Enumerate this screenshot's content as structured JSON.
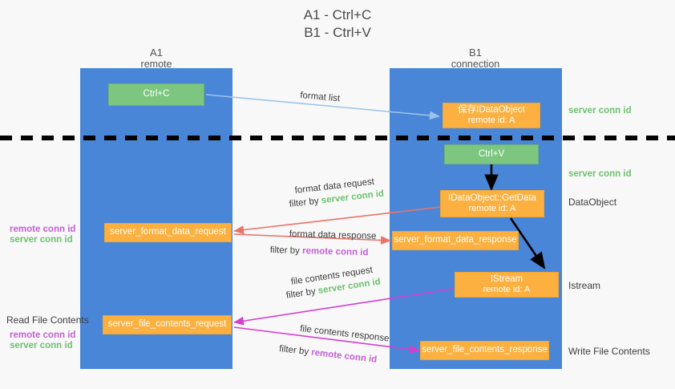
{
  "title": {
    "line1": "A1 - Ctrl+C",
    "line2": "B1 - Ctrl+V"
  },
  "colors": {
    "lane": "#4a86d8",
    "green_box": "#7cc67f",
    "orange_box": "#fbb040",
    "server_conn_id": "#6ec071",
    "remote_conn_id": "#c45fd4",
    "format_list_arrow": "#9cc3ea",
    "format_data_arrow": "#e8736a",
    "file_contents_arrow": "#d43fd0",
    "flow_arrow": "#000000",
    "divider": "#000000",
    "background": "#f8f8f8"
  },
  "columns": [
    {
      "name": "A1",
      "sub": "remote"
    },
    {
      "name": "B1",
      "sub": "connection"
    }
  ],
  "boxes": {
    "ctrl_c": {
      "line1": "Ctrl+C",
      "line2": ""
    },
    "ctrl_v": {
      "line1": "Ctrl+V",
      "line2": ""
    },
    "idataobject_save": {
      "line1": "保存IDataObject",
      "line2": "remote id: A"
    },
    "idataobject_getdata": {
      "line1": "IDataObject::GetData",
      "line2": "remote id: A"
    },
    "istream": {
      "line1": "IStream",
      "line2": "remote id: A"
    },
    "server_format_data_request": {
      "line1": "server_format_data_request",
      "line2": ""
    },
    "server_format_data_response": {
      "line1": "server_format_data_response",
      "line2": ""
    },
    "server_file_contents_request": {
      "line1": "server_file_contents_request",
      "line2": ""
    },
    "server_file_contents_response": {
      "line1": "server_file_contents_response",
      "line2": ""
    }
  },
  "right_labels": {
    "server_conn_id_top": "server conn id",
    "server_conn_id_mid": "server conn id",
    "dataobject": "DataObject",
    "istream": "Istream",
    "write_file_contents": "Write File Contents"
  },
  "left_labels": {
    "remote_conn_id_1": "remote conn id",
    "server_conn_id_1": "server conn id",
    "read_file_contents": "Read File Contents",
    "remote_conn_id_2": "remote conn id",
    "server_conn_id_2": "server conn id"
  },
  "edge_labels": {
    "format_list": "format list",
    "format_data_request": "format data request",
    "format_data_request_filter_prefix": "filter by ",
    "format_data_request_filter_value": "server conn id",
    "format_data_response": "format data response",
    "format_data_response_filter_prefix": "filter by ",
    "format_data_response_filter_value": "remote conn id",
    "file_contents_request": "file contents request",
    "file_contents_request_filter_prefix": "filter by ",
    "file_contents_request_filter_value": "server conn id",
    "file_contents_response": "file contents response",
    "file_contents_response_filter_prefix": "filter by ",
    "file_contents_response_filter_value": "remote conn id"
  }
}
